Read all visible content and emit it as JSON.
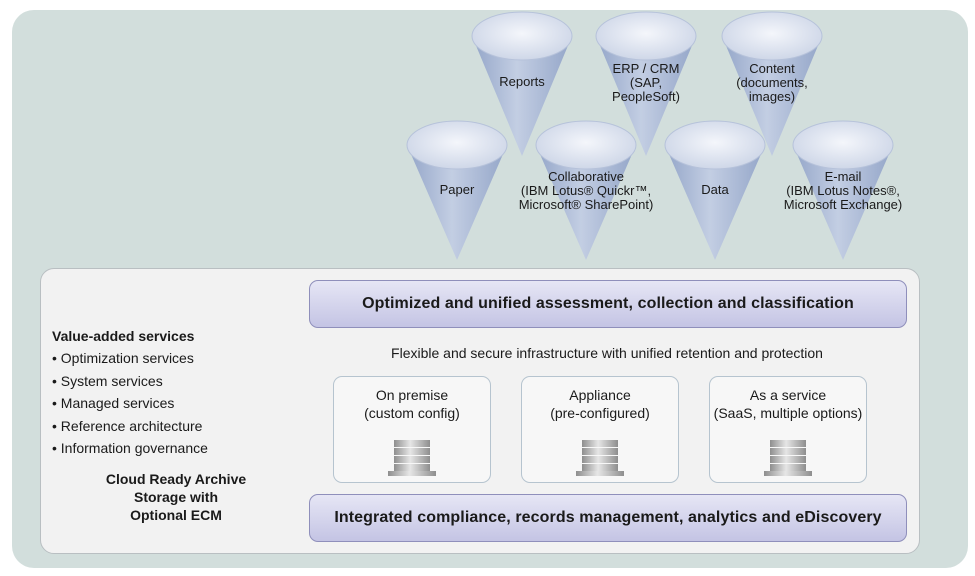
{
  "sources": [
    {
      "id": "reports",
      "lines": [
        "Reports"
      ]
    },
    {
      "id": "erp-crm",
      "lines": [
        "ERP / CRM",
        "(SAP,",
        "PeopleSoft)"
      ]
    },
    {
      "id": "content",
      "lines": [
        "Content",
        "(documents,",
        "images)"
      ]
    },
    {
      "id": "paper",
      "lines": [
        "Paper"
      ]
    },
    {
      "id": "collaborative",
      "lines": [
        "Collaborative",
        "(IBM Lotus® Quickr™,",
        "Microsoft® SharePoint)"
      ]
    },
    {
      "id": "data",
      "lines": [
        "Data"
      ]
    },
    {
      "id": "email",
      "lines": [
        "E-mail",
        "(IBM Lotus Notes®,",
        "Microsoft Exchange)"
      ]
    }
  ],
  "top_banner": "Optimized and unified assessment, collection and classification",
  "infrastructure_text": "Flexible and secure infrastructure with unified retention and protection",
  "deployment_options": [
    {
      "title": "On premise",
      "subtitle": "(custom config)"
    },
    {
      "title": "Appliance",
      "subtitle": "(pre-configured)"
    },
    {
      "title": "As a service",
      "subtitle": "(SaaS, multiple options)"
    }
  ],
  "bottom_banner": "Integrated compliance, records management, analytics and eDiscovery",
  "value_added": {
    "title": "Value-added services",
    "items": [
      "Optimization services",
      "System services",
      "Managed services",
      "Reference architecture",
      "Information governance"
    ]
  },
  "archive_title_lines": [
    "Cloud Ready Archive",
    "Storage with",
    "Optional ECM"
  ],
  "colors": {
    "outer_background": "#d2dedc",
    "funnel_light": "#e3e9f4",
    "funnel_mid": "#a9b8d4",
    "funnel_dark": "#8599bf",
    "banner_top": "#e6e6f5",
    "banner_bottom": "#c4c4e4",
    "panel": "#f2f2f2"
  }
}
